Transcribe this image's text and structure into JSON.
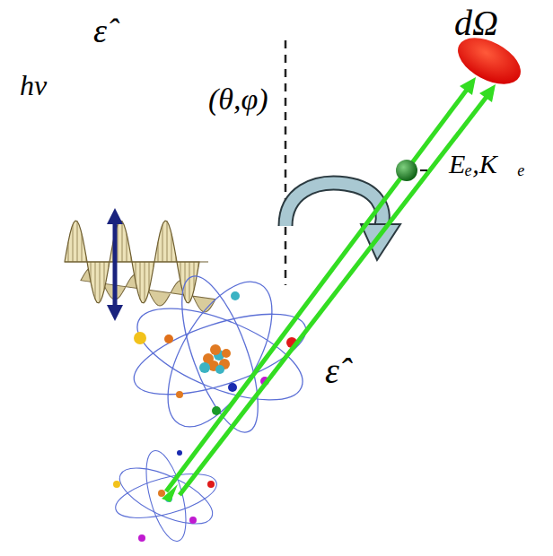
{
  "diagram": {
    "labels": [
      "hν",
      "ε̂",
      "(θ,φ)",
      "dΩ",
      "Eₑ,K⃗ₑ",
      "ε̂"
    ]
  }
}
